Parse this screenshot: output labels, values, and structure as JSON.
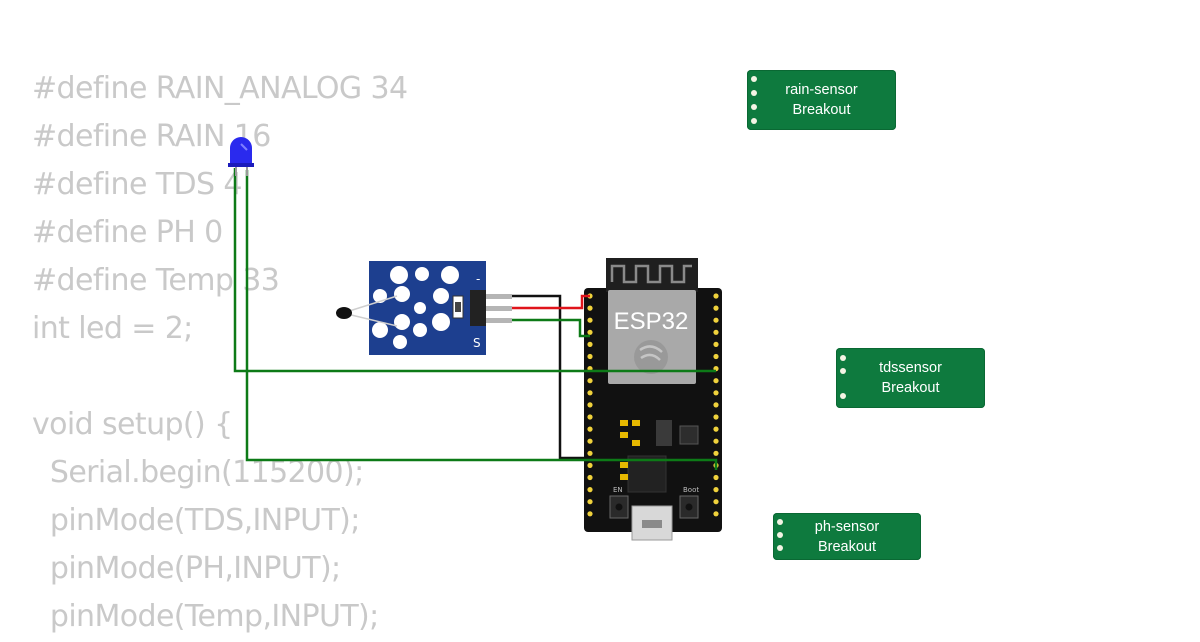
{
  "code": {
    "lines": [
      "#define RAIN_ANALOG 34",
      "#define RAIN 16",
      "#define TDS 4",
      "#define PH 0",
      "#define Temp 33",
      "int led = 2;",
      "",
      "void setup() {",
      "  Serial.begin(115200);",
      "  pinMode(TDS,INPUT);",
      "  pinMode(PH,INPUT);",
      "  pinMode(Temp,INPUT);"
    ]
  },
  "esp32": {
    "label": "ESP32",
    "en_label": "EN",
    "boot_label": "Boot"
  },
  "temp_module": {
    "minus_label": "-",
    "signal_label": "S"
  },
  "breakouts": {
    "rain": {
      "line1": "rain-sensor",
      "line2": "Breakout"
    },
    "tds": {
      "line1": "tdssensor",
      "line2": "Breakout"
    },
    "ph": {
      "line1": "ph-sensor",
      "line2": "Breakout"
    }
  },
  "colors": {
    "background": "#ffffff",
    "code_text": "#c9c9c9",
    "board": "#111111",
    "module_blue": "#1d3f8f",
    "breakout_green": "#0e7a3e",
    "wire_green": "#0d7a17",
    "wire_red": "#e0141b",
    "wire_black": "#111111",
    "led_blue": "#2a2aee"
  }
}
